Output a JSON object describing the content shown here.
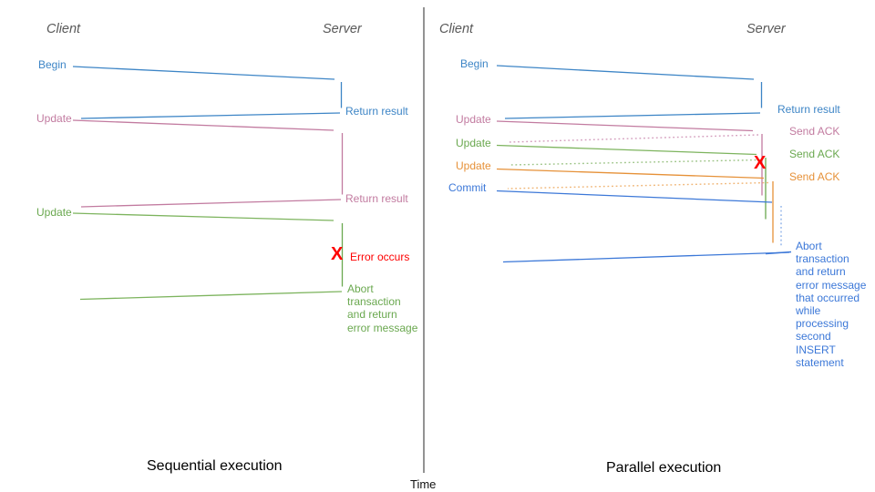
{
  "diagram": {
    "time_axis_label": "Time",
    "error_icon": "X",
    "colors": {
      "sequence_blue": "#3d85c6",
      "commit_blue": "#3c78d8",
      "pink": "#c27ba0",
      "green": "#6aa84f",
      "orange": "#e69138",
      "error_red": "#fe0000",
      "axis_gray": "#595959"
    },
    "sequential": {
      "caption": "Sequential execution",
      "client_header": "Client",
      "server_header": "Server",
      "begin_label": "Begin",
      "return_result_1": "Return result",
      "update_1": "Update",
      "return_result_2": "Return result",
      "update_2": "Update",
      "error_label": "Error occurs",
      "abort_message": "Abort\ntransaction\nand return\nerror message"
    },
    "parallel": {
      "caption": "Parallel execution",
      "client_header": "Client",
      "server_header": "Server",
      "begin_label": "Begin",
      "return_result": "Return result",
      "update_1": "Update",
      "send_ack_1": "Send ACK",
      "update_2": "Update",
      "send_ack_2": "Send ACK",
      "update_3": "Update",
      "send_ack_3": "Send ACK",
      "commit_label": "Commit",
      "abort_message": "Abort\ntransaction\nand return\nerror message\nthat occurred\nwhile\nprocessing\nsecond\nINSERT\nstatement"
    }
  }
}
